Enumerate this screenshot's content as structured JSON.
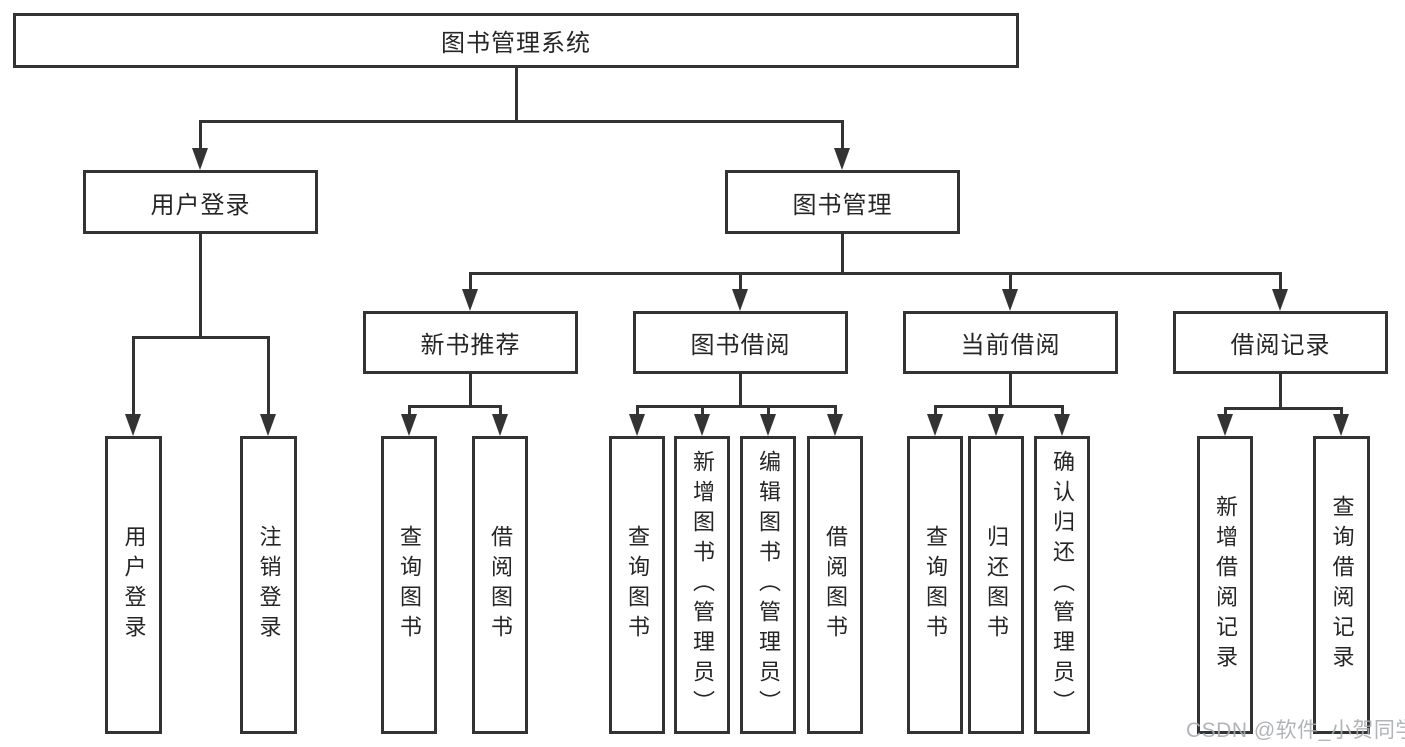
{
  "diagram_type": "hierarchy-tree",
  "tree": {
    "label": "图书管理系统",
    "children": [
      {
        "label": "用户登录",
        "children": [
          {
            "label": "用户登录"
          },
          {
            "label": "注销登录"
          }
        ]
      },
      {
        "label": "图书管理",
        "children": [
          {
            "label": "新书推荐",
            "children": [
              {
                "label": "查询图书"
              },
              {
                "label": "借阅图书"
              }
            ]
          },
          {
            "label": "图书借阅",
            "children": [
              {
                "label": "查询图书"
              },
              {
                "label": "新增图书（管理员）"
              },
              {
                "label": "编辑图书（管理员）"
              },
              {
                "label": "借阅图书"
              }
            ]
          },
          {
            "label": "当前借阅",
            "children": [
              {
                "label": "查询图书"
              },
              {
                "label": "归还图书"
              },
              {
                "label": "确认归还（管理员）"
              }
            ]
          },
          {
            "label": "借阅记录",
            "children": [
              {
                "label": "新增借阅记录"
              },
              {
                "label": "查询借阅记录"
              }
            ]
          }
        ]
      }
    ]
  },
  "watermark": {
    "text": "CSDN @软件_小贺同学",
    "color": "#aaacaf"
  },
  "colors": {
    "line": "#333333",
    "text": "#262626",
    "background": "#ffffff"
  }
}
